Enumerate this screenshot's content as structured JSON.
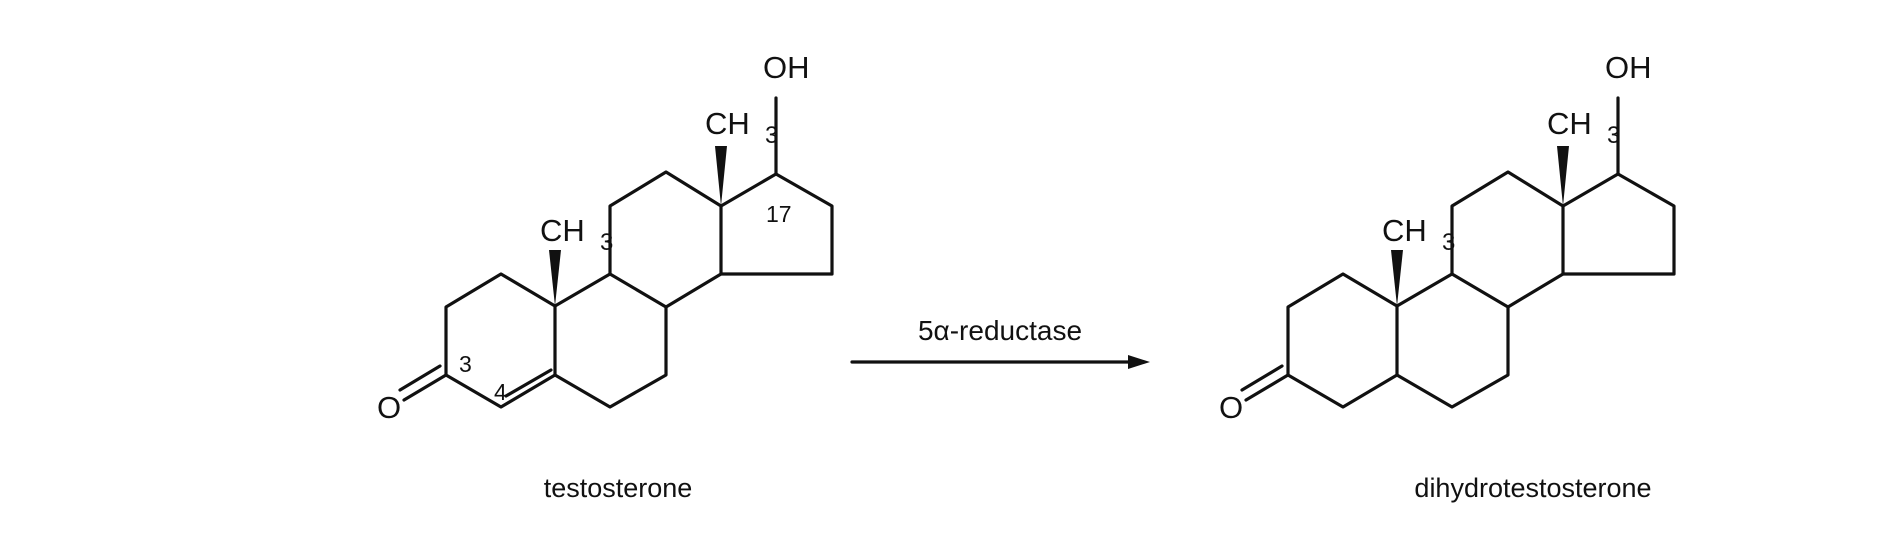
{
  "reactant": {
    "name": "testosterone",
    "labels": {
      "oxygen": "O",
      "hydroxyl": "OH",
      "methyl_c": "CH",
      "methyl_sub": "3"
    },
    "position_numbers": [
      "3",
      "4",
      "17"
    ]
  },
  "reaction": {
    "enzyme": "5α-reductase"
  },
  "product": {
    "name": "dihydrotestosterone",
    "labels": {
      "oxygen": "O",
      "hydroxyl": "OH",
      "methyl_c": "CH",
      "methyl_sub": "3"
    }
  },
  "colors": {
    "ink": "#111111",
    "background": "#ffffff"
  }
}
